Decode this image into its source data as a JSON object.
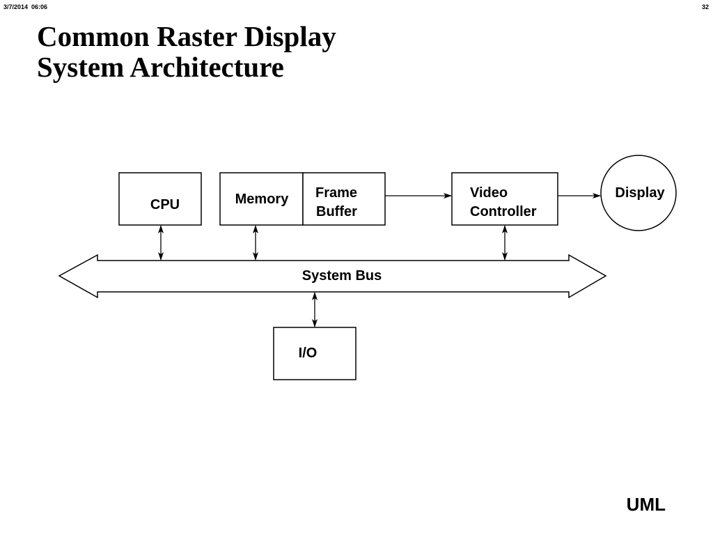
{
  "header": {
    "date": "3/7/2014",
    "time": "06:06",
    "page_number": "32"
  },
  "title": {
    "line1": "Common Raster Display",
    "line2": "System Architecture"
  },
  "diagram": {
    "nodes": {
      "cpu": {
        "label": "CPU"
      },
      "memory": {
        "label": "Memory"
      },
      "frame_buffer": {
        "line1": "Frame",
        "line2": "Buffer"
      },
      "video_controller": {
        "line1": "Video",
        "line2": "Controller"
      },
      "display": {
        "label": "Display"
      },
      "io": {
        "label": "I/O"
      },
      "system_bus": {
        "label": "System Bus"
      }
    },
    "connections": [
      {
        "from": "CPU",
        "to": "System Bus",
        "type": "bidirectional"
      },
      {
        "from": "Memory",
        "to": "System Bus",
        "type": "bidirectional"
      },
      {
        "from": "Video Controller",
        "to": "System Bus",
        "type": "bidirectional"
      },
      {
        "from": "I/O",
        "to": "System Bus",
        "type": "bidirectional"
      },
      {
        "from": "Frame Buffer",
        "to": "Video Controller",
        "type": "directed"
      },
      {
        "from": "Video Controller",
        "to": "Display",
        "type": "directed"
      }
    ]
  },
  "footer": {
    "label": "UML"
  }
}
